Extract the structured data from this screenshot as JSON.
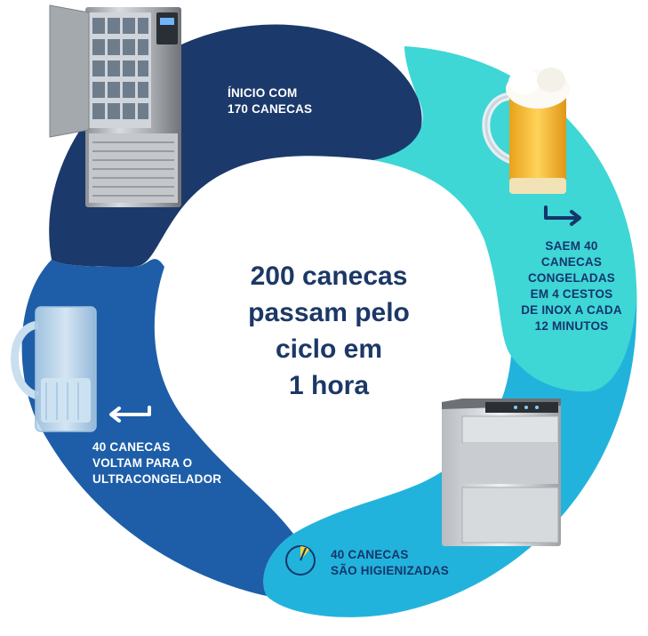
{
  "center_text": [
    "200 canecas",
    "passam pelo",
    "ciclo em",
    "1 hora"
  ],
  "steps": [
    {
      "id": "start",
      "lines": [
        "ÍNICIO COM",
        "170 CANECAS"
      ],
      "color": "#ffffff",
      "segment_color": "#1b3a6b"
    },
    {
      "id": "out",
      "lines": [
        "SAEM 40",
        "CANECAS",
        "CONGELADAS",
        "EM 4 CESTOS",
        "DE INOX A CADA",
        "12 MINUTOS"
      ],
      "color": "#14366a",
      "segment_color": "#3fd6d6"
    },
    {
      "id": "wash",
      "lines": [
        "40 CANECAS",
        "SÃO HIGIENIZADAS"
      ],
      "color": "#14366a",
      "segment_color": "#22b3dc"
    },
    {
      "id": "return",
      "lines": [
        "40 CANECAS",
        "VOLTAM PARA O",
        "ULTRACONGELADOR"
      ],
      "color": "#ffffff",
      "segment_color": "#1e5ea8"
    }
  ],
  "icons": {
    "freezer": "ultrafreezer-image",
    "beer": "beer-mug-image",
    "dishwasher": "dishwasher-image",
    "glass": "empty-mug-image",
    "timer": "timer-icon"
  }
}
